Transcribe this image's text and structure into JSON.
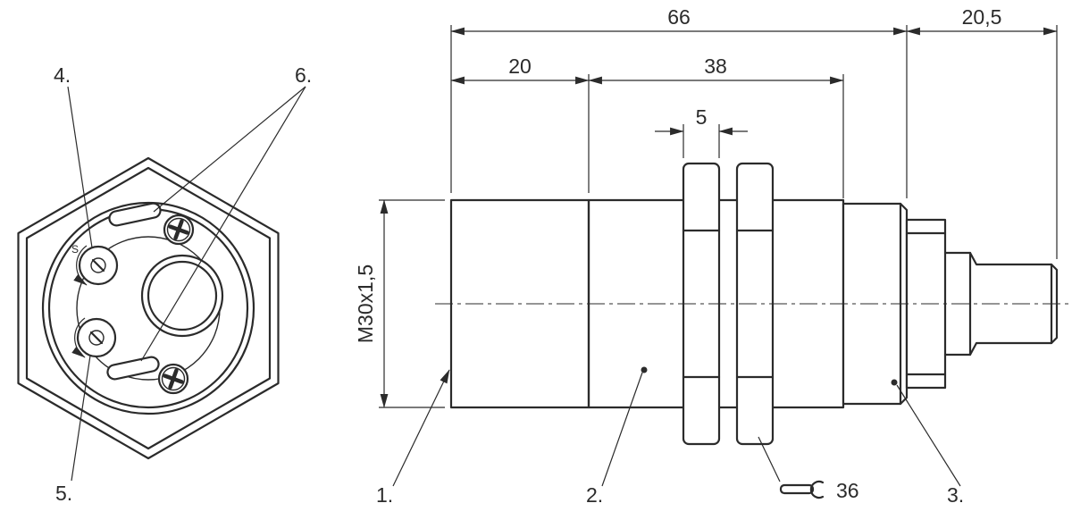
{
  "drawing": {
    "dimensions": {
      "total_length": "66",
      "connector_length": "20,5",
      "head_length": "20",
      "body_length": "38",
      "ring_width": "5",
      "thread_spec": "M30x1,5",
      "wrench_size": "36"
    },
    "callouts": {
      "c1": "1.",
      "c2": "2.",
      "c3": "3.",
      "c4": "4.",
      "c5": "5.",
      "c6": "6."
    },
    "markings": {
      "pot_label": "S"
    },
    "colors": {
      "line": "#2b2b2b",
      "background": "#ffffff"
    }
  }
}
